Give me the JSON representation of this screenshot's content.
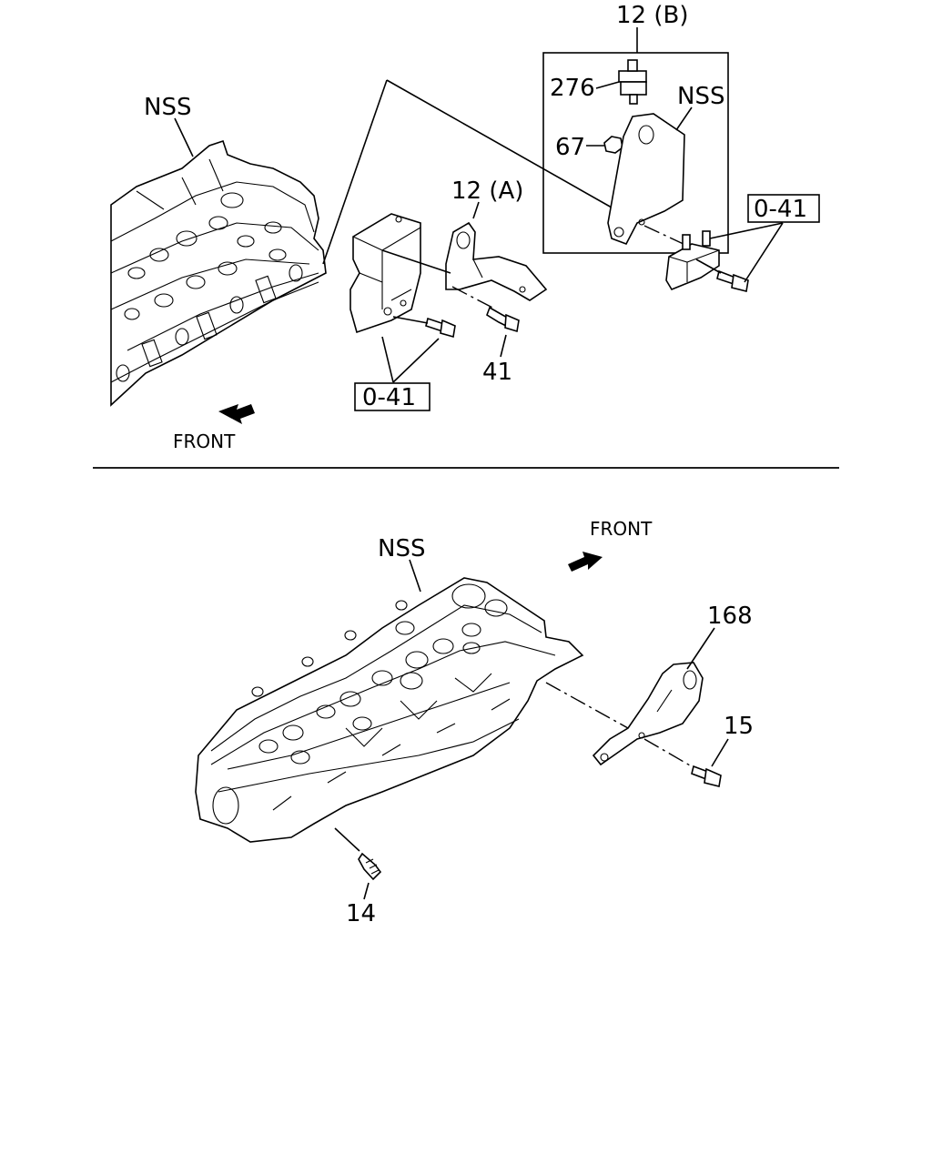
{
  "upper_view": {
    "engine_label": "NSS",
    "bracket_a_label": "12 (A)",
    "bracket_b_label": "12 (B)",
    "part_276_label": "276",
    "part_67_label": "67",
    "bracket_b_nss_label": "NSS",
    "ref_box_right": "0-41",
    "ref_box_left": "0-41",
    "bolt_41_label": "41",
    "front_label": "FRONT"
  },
  "lower_view": {
    "engine_label": "NSS",
    "front_label": "FRONT",
    "bracket_168_label": "168",
    "bolt_15_label": "15",
    "stud_14_label": "14"
  }
}
